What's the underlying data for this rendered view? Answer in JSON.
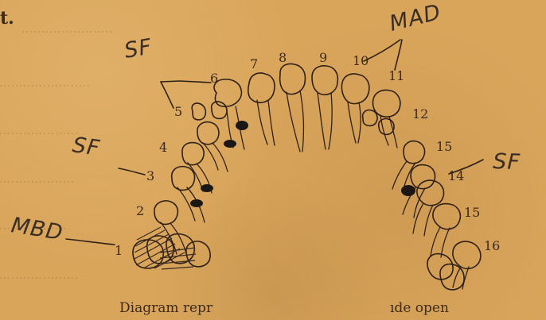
{
  "page": {
    "text_fragment": "t."
  },
  "diagram": {
    "tooth_numbers": [
      "1",
      "2",
      "3",
      "4",
      "5",
      "6",
      "7",
      "8",
      "9",
      "10",
      "11",
      "12",
      "15",
      "14",
      "15",
      "16"
    ],
    "annotations": [
      "MBD",
      "SF",
      "SF",
      "MAD",
      "SF"
    ]
  },
  "caption": {
    "left": "Diagram repr",
    "right": "ıde open"
  }
}
